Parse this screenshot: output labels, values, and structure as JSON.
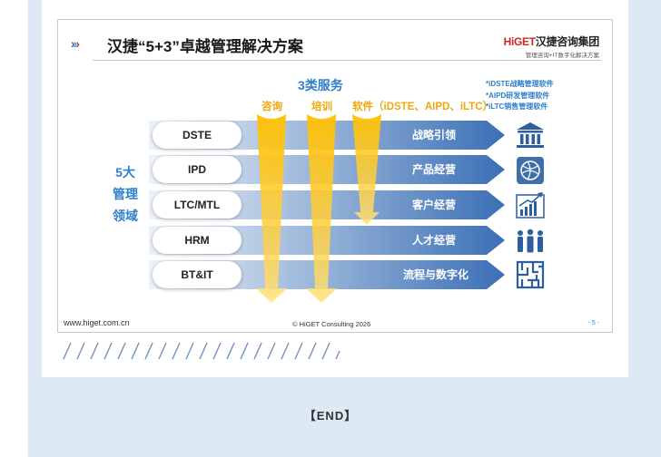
{
  "slide": {
    "title": "汉捷“5+3”卓越管理解决方案",
    "logo_brand": "HiGET",
    "logo_name": "汉捷咨询集团",
    "logo_tagline": "管理咨询+IT数字化解决方案",
    "services_title": "3类服务",
    "services": [
      "咨询",
      "培训",
      "软件（iDSTE、AIPD、iLTC）"
    ],
    "notes": [
      "*iDSTE战略管理软件",
      "*AIPD研发管理软件",
      "*iLTC销售管理软件"
    ],
    "domain_label": [
      "5大",
      "管理",
      "领域"
    ],
    "rows": [
      {
        "domain": "DSTE",
        "outcome": "战略引领",
        "icon": "bank-icon"
      },
      {
        "domain": "IPD",
        "outcome": "产品经营",
        "icon": "globe-icon"
      },
      {
        "domain": "LTC/MTL",
        "outcome": "客户经营",
        "icon": "growth-chart-icon"
      },
      {
        "domain": "HRM",
        "outcome": "人才经营",
        "icon": "people-icon"
      },
      {
        "domain": "BT&IT",
        "outcome": "流程与数字化",
        "icon": "maze-icon"
      }
    ],
    "footer_url": "www.higet.com.cn",
    "footer_copy": "© HiGET Consulting   2026",
    "footer_page": "- 5 -"
  },
  "end_label": "【END】",
  "colors": {
    "band_start": "#e9f0f8",
    "band_end": "#3a6fb5",
    "arrow": "#ffc21a",
    "accent_blue": "#2f7fc9",
    "service_gold": "#f0a70a"
  }
}
